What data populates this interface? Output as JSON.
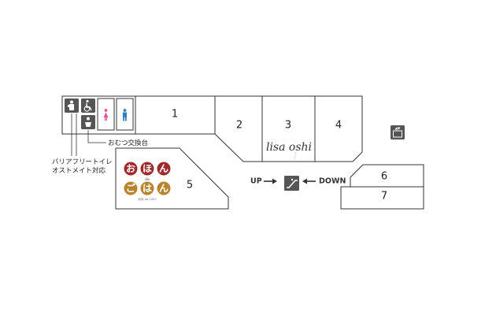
{
  "stores": [
    {
      "id": "store-1",
      "number": "1"
    },
    {
      "id": "store-2",
      "number": "2"
    },
    {
      "id": "store-3",
      "number": "3",
      "logo_text": "lisa oshi"
    },
    {
      "id": "store-4",
      "number": "4"
    },
    {
      "id": "store-5",
      "number": "5",
      "logo": {
        "row1": [
          "お",
          "ほ",
          "ん"
        ],
        "de": "de",
        "row2": [
          "ご",
          "は",
          "ん"
        ],
        "sub": "和食 de CAFE"
      }
    },
    {
      "id": "store-6",
      "number": "6"
    },
    {
      "id": "store-7",
      "number": "7"
    }
  ],
  "facilities": {
    "nursing_room_label": "おむつ交換台",
    "accessible_toilet_label_line1": "バリアフリートイレ",
    "accessible_toilet_label_line2": "オストメイト対応"
  },
  "escalator": {
    "up_label": "UP",
    "down_label": "DOWN"
  },
  "colors": {
    "line": "#333333",
    "icon_dark": "#555555",
    "female": "#e0559a",
    "male": "#2e7fc4",
    "logo_red": "#9e2a2b",
    "logo_gold": "#b8842e"
  },
  "icons": [
    "ostomate-icon",
    "wheelchair-icon",
    "baby-changing-icon",
    "female-toilet-icon",
    "male-toilet-icon",
    "escalator-icon",
    "elevator-icon"
  ]
}
